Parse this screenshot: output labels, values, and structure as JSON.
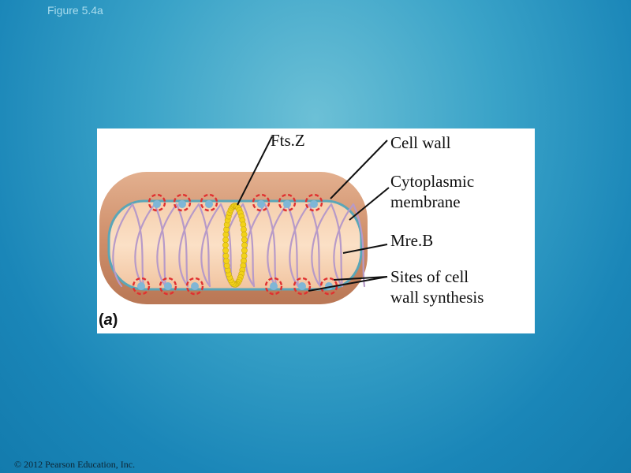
{
  "figure_title": "Figure 5.4a",
  "copyright": "© 2012 Pearson Education, Inc.",
  "panel_letter": {
    "open": "(",
    "letter": "a",
    "close": ")"
  },
  "labels": {
    "ftsz": "Fts.Z",
    "cell_wall": "Cell wall",
    "cytoplasmic_membrane": "Cytoplasmic\nmembrane",
    "mreb": "Mre.B",
    "sites": "Sites of cell\nwall synthesis"
  },
  "colors": {
    "cell_wall": "#d69a78",
    "cytoplasm": "#f9d7b7",
    "membrane": "#5aa6b8",
    "ftsz_ring": "#f2d21a",
    "mreb_helix": "#b79ac8",
    "synthesis_site": "#e03030",
    "background": "#1a86b8"
  }
}
